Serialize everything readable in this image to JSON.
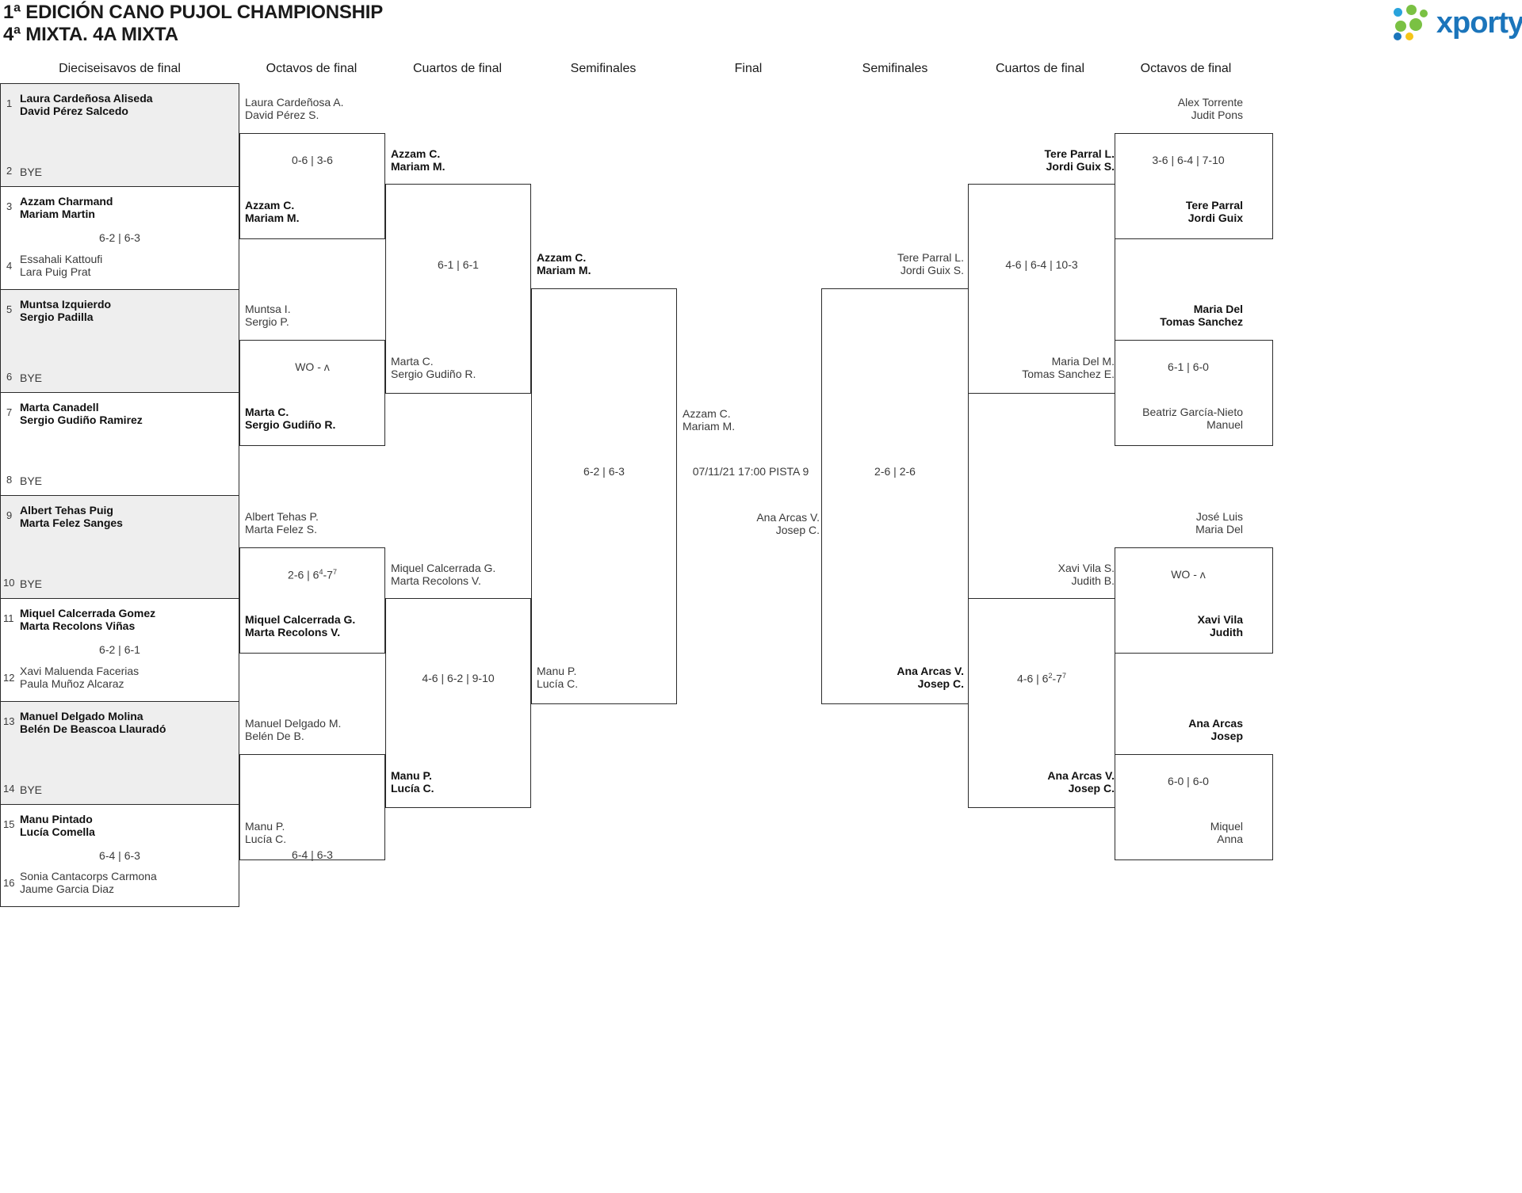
{
  "header": {
    "title": "1ª EDICIÓN CANO PUJOL CHAMPIONSHIP",
    "subtitle": "4ª MIXTA. 4A MIXTA",
    "logo_word": "xporty",
    "logo_colors": {
      "green": "#7ac143",
      "blue": "#29a3dc",
      "yellow": "#f5c518",
      "dark_blue": "#1b75bb"
    }
  },
  "round_headers": {
    "left": [
      "Dieciseisavos de final",
      "Octavos de final",
      "Cuartos de final",
      "Semifinales"
    ],
    "center": "Final",
    "right": [
      "Semifinales",
      "Cuartos de final",
      "Octavos de final"
    ]
  },
  "seeds": [
    {
      "n": "1",
      "p1": "Laura Cardeñosa Aliseda",
      "p2": "David Pérez Salcedo",
      "bye": false,
      "winner": true
    },
    {
      "n": "2",
      "p1": "BYE",
      "p2": "",
      "bye": true,
      "winner": false
    },
    {
      "n": "3",
      "p1": "Azzam Charmand",
      "p2": "Mariam Martin",
      "bye": false,
      "winner": true
    },
    {
      "n": "4",
      "p1": "Essahali Kattoufi",
      "p2": "Lara Puig Prat",
      "bye": false,
      "winner": false
    },
    {
      "n": "5",
      "p1": "Muntsa Izquierdo",
      "p2": "Sergio Padilla",
      "bye": false,
      "winner": true
    },
    {
      "n": "6",
      "p1": "BYE",
      "p2": "",
      "bye": true,
      "winner": false
    },
    {
      "n": "7",
      "p1": "Marta Canadell",
      "p2": "Sergio Gudiño Ramirez",
      "bye": false,
      "winner": true
    },
    {
      "n": "8",
      "p1": "BYE",
      "p2": "",
      "bye": true,
      "winner": false
    },
    {
      "n": "9",
      "p1": "Albert Tehas Puig",
      "p2": "Marta Felez Sanges",
      "bye": false,
      "winner": true
    },
    {
      "n": "10",
      "p1": "BYE",
      "p2": "",
      "bye": true,
      "winner": false
    },
    {
      "n": "11",
      "p1": "Miquel Calcerrada Gomez",
      "p2": "Marta Recolons Viñas",
      "bye": false,
      "winner": true
    },
    {
      "n": "12",
      "p1": "Xavi Maluenda Facerias",
      "p2": "Paula Muñoz Alcaraz",
      "bye": false,
      "winner": false
    },
    {
      "n": "13",
      "p1": "Manuel Delgado Molina",
      "p2": "Belén De Beascoa Llauradó",
      "bye": false,
      "winner": true
    },
    {
      "n": "14",
      "p1": "BYE",
      "p2": "",
      "bye": true,
      "winner": false
    },
    {
      "n": "15",
      "p1": "Manu Pintado",
      "p2": "Lucía Comella",
      "bye": false,
      "winner": true
    },
    {
      "n": "16",
      "p1": "Sonia Cantacorps Carmona",
      "p2": "Jaume Garcia Diaz",
      "bye": false,
      "winner": false
    }
  ],
  "seed_scores": {
    "m2": "6-2 | 6-3",
    "m6": "6-2 | 6-1",
    "m8": "6-4 | 6-3"
  },
  "left": {
    "r16": [
      {
        "top_p1": "Laura Cardeñosa A.",
        "top_p2": "David Pérez S.",
        "top_win": false,
        "score": "0-6 | 3-6",
        "bot_p1": "Azzam C.",
        "bot_p2": "Mariam M.",
        "bot_win": true
      },
      {
        "top_p1": "Muntsa I.",
        "top_p2": "Sergio P.",
        "top_win": false,
        "score": "WO - ʌ",
        "bot_p1": "Marta C.",
        "bot_p2": "Sergio Gudiño R.",
        "bot_win": true
      },
      {
        "top_p1": "Albert Tehas P.",
        "top_p2": "Marta Felez S.",
        "top_win": false,
        "score": "2-6 | 6⁴-7⁷",
        "bot_p1": "Miquel Calcerrada G.",
        "bot_p2": "Marta Recolons V.",
        "bot_win": true
      },
      {
        "top_p1": "Manuel Delgado M.",
        "top_p2": "Belén De B.",
        "top_win": false,
        "score": "6-4 | 6-3",
        "bot_p1": "Manu P.",
        "bot_p2": "Lucía C.",
        "bot_win": true
      }
    ],
    "qf": [
      {
        "top_p1": "Azzam C.",
        "top_p2": "Mariam M.",
        "top_win": true,
        "score": "6-1 | 6-1",
        "bot_p1": "Marta C.",
        "bot_p2": "Sergio Gudiño R.",
        "bot_win": false
      },
      {
        "top_p1": "Miquel Calcerrada G.",
        "top_p2": "Marta Recolons V.",
        "top_win": false,
        "score": "4-6 | 6-2 | 9-10",
        "bot_p1": "Manu P.",
        "bot_p2": "Lucía C.",
        "bot_win": true
      }
    ],
    "sf": [
      {
        "top_p1": "Azzam C.",
        "top_p2": "Mariam M.",
        "top_win": true,
        "score": "6-2 | 6-3",
        "bot_p1": "Manu P.",
        "bot_p2": "Lucía C.",
        "bot_win": false
      }
    ]
  },
  "final": {
    "top_p1": "Azzam C.",
    "top_p2": "Mariam M.",
    "schedule": "07/11/21 17:00 PISTA 9",
    "bot_p1": "Ana Arcas V.",
    "bot_p2": "Josep C."
  },
  "right": {
    "sf": [
      {
        "top_p1": "Tere Parral L.",
        "top_p2": "Jordi Guix S.",
        "top_win": false,
        "score": "2-6 | 2-6",
        "bot_p1": "Ana Arcas V.",
        "bot_p2": "Josep C.",
        "bot_win": true
      }
    ],
    "qf": [
      {
        "top_p1": "Tere Parral L.",
        "top_p2": "Jordi Guix S.",
        "top_win": true,
        "score": "4-6 | 6-4 | 10-3",
        "bot_p1": "Maria Del M.",
        "bot_p2": "Tomas Sanchez E.",
        "bot_win": false
      },
      {
        "top_p1": "Xavi Vila S.",
        "top_p2": "Judith B.",
        "top_win": false,
        "score": "4-6 | 6²-7⁷",
        "bot_p1": "Ana Arcas V.",
        "bot_p2": "Josep C.",
        "bot_win": true
      }
    ],
    "r16": [
      {
        "top_p1": "Alex Torrente",
        "top_p2": "Judit Pons",
        "top_win": false,
        "score": "3-6 | 6-4 | 7-10",
        "bot_p1": "Tere Parral",
        "bot_p2": "Jordi Guix",
        "bot_win": true
      },
      {
        "top_p1": "Maria Del",
        "top_p2": "Tomas Sanchez",
        "top_win": true,
        "score": "6-1 | 6-0",
        "bot_p1": "Beatriz García-Nieto",
        "bot_p2": "Manuel",
        "bot_win": false
      },
      {
        "top_p1": "José Luis",
        "top_p2": "Maria Del",
        "top_win": false,
        "score": "WO - ʌ",
        "bot_p1": "Xavi Vila",
        "bot_p2": "Judith",
        "bot_win": true
      },
      {
        "top_p1": "Ana Arcas",
        "top_p2": "Josep",
        "top_win": true,
        "score": "6-0 | 6-0",
        "bot_p1": "Miquel",
        "bot_p2": "Anna",
        "bot_win": false
      }
    ]
  }
}
